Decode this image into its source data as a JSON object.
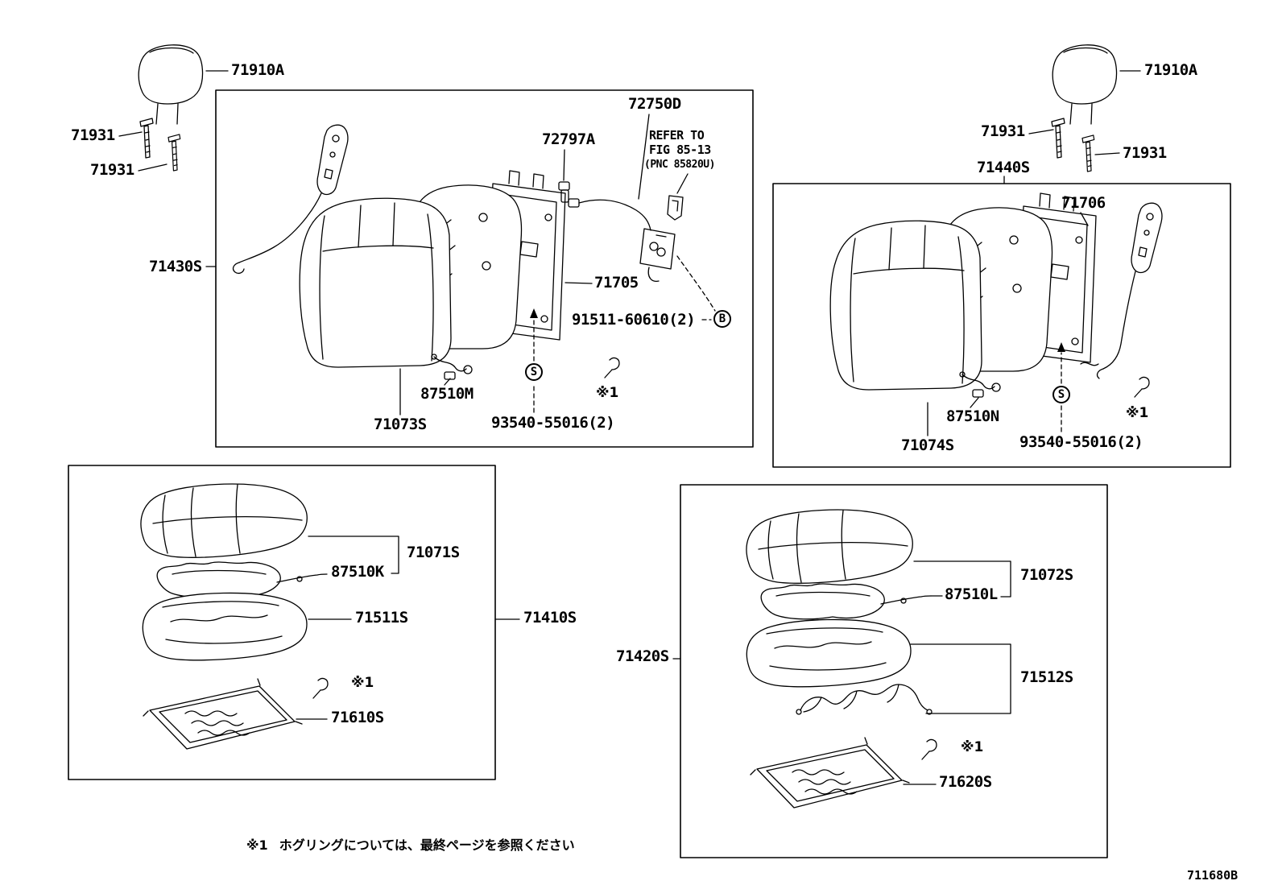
{
  "doc": {
    "code": "711680B"
  },
  "footnote": {
    "marker": "※1",
    "text": "ホグリングについては、最終ページを参照ください"
  },
  "symbols": {
    "b": "B",
    "s": "S",
    "note_ref": "※1"
  },
  "seatback_left": {
    "headrest": "71910A",
    "pin_upper": "71931",
    "pin_lower": "71931",
    "assembly": "71430S",
    "cable": "72750D",
    "stopper": "72797A",
    "refer_line1": "REFER TO",
    "refer_line2": "FIG 85-13",
    "refer_line3": "(PNC 85820U)",
    "board": "71705",
    "bolt": "91511-60610(2)",
    "heater": "87510M",
    "pad": "71073S",
    "hog_ring": "93540-55016(2)"
  },
  "seatback_right": {
    "headrest": "71910A",
    "pin_upper": "71931",
    "pin_lower": "71931",
    "assembly": "71440S",
    "board": "71706",
    "heater": "87510N",
    "pad": "71074S",
    "hog_ring": "93540-55016(2)"
  },
  "cushion_left": {
    "cover": "71071S",
    "heater": "87510K",
    "pad": "71511S",
    "assembly": "71410S",
    "spring_frame": "71610S"
  },
  "cushion_right": {
    "cover": "71072S",
    "heater": "87510L",
    "pad": "71512S",
    "assembly": "71420S",
    "spring_frame": "71620S"
  }
}
